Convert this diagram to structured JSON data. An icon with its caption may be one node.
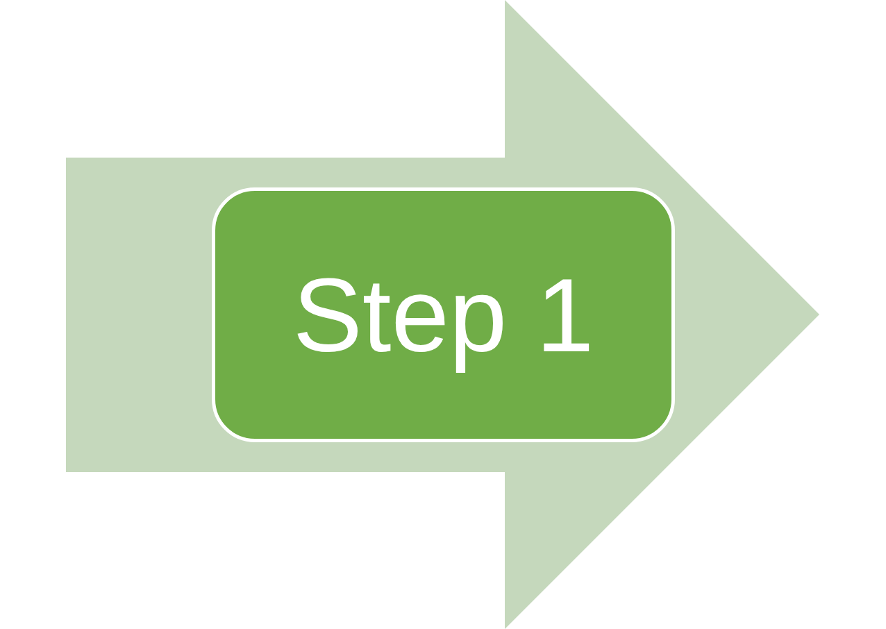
{
  "diagram": {
    "nodes": [
      {
        "text": [],
        "shape": "arrow"
      },
      {
        "text": [
          "Step 1"
        ],
        "in": 0
      }
    ]
  }
}
